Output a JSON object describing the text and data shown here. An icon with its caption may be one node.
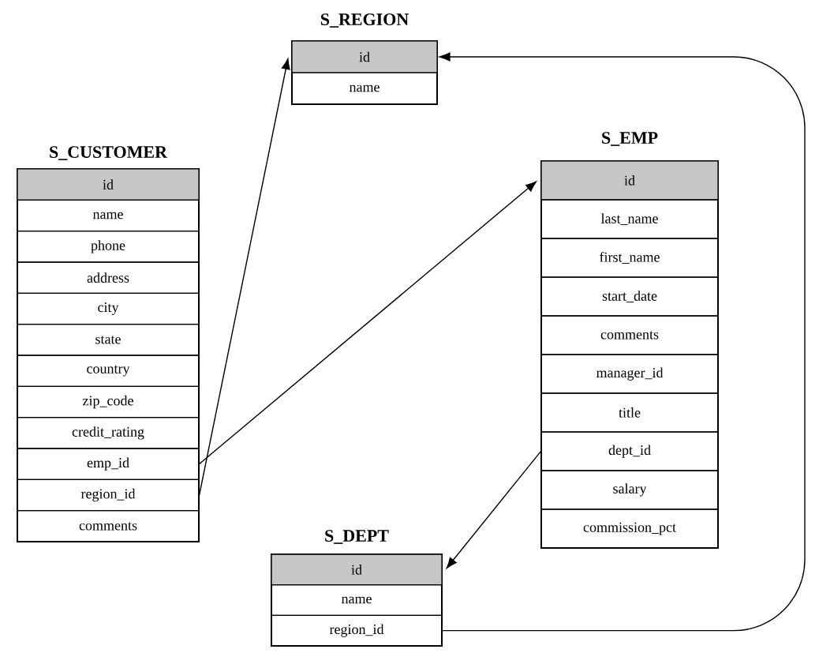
{
  "diagram": {
    "nodes": [
      {
        "text": [
          "S_REGION"
        ]
      },
      {
        "text": [
          "id"
        ],
        "in": 0
      },
      {
        "text": [
          "name"
        ],
        "in": 0
      },
      {
        "text": [
          "S_CUSTOMER"
        ]
      },
      {
        "text": [
          "id"
        ],
        "in": 3
      },
      {
        "text": [
          "name"
        ],
        "in": 3
      },
      {
        "text": [
          "phone"
        ],
        "in": 3
      },
      {
        "text": [
          "address"
        ],
        "in": 3
      },
      {
        "text": [
          "city"
        ],
        "in": 3
      },
      {
        "text": [
          "state"
        ],
        "in": 3
      },
      {
        "text": [
          "country"
        ],
        "in": 3
      },
      {
        "text": [
          "zip_code"
        ],
        "in": 3
      },
      {
        "text": [
          "credit_rating"
        ],
        "in": 3
      },
      {
        "text": [
          "emp_id"
        ],
        "in": 3
      },
      {
        "text": [
          "region_id"
        ],
        "in": 3
      },
      {
        "text": [
          "comments"
        ],
        "in": 3
      },
      {
        "text": [
          "S_EMP"
        ]
      },
      {
        "text": [
          "id"
        ],
        "in": 16
      },
      {
        "text": [
          "last_name"
        ],
        "in": 16
      },
      {
        "text": [
          "first_name"
        ],
        "in": 16
      },
      {
        "text": [
          "start_date"
        ],
        "in": 16
      },
      {
        "text": [
          "comments"
        ],
        "in": 16
      },
      {
        "text": [
          "manager_id"
        ],
        "in": 16
      },
      {
        "text": [
          "title"
        ],
        "in": 16
      },
      {
        "text": [
          "dept_id"
        ],
        "in": 16
      },
      {
        "text": [
          "salary"
        ],
        "in": 16
      },
      {
        "text": [
          "commission_pct"
        ],
        "in": 16
      },
      {
        "text": [
          "S_DEPT"
        ]
      },
      {
        "text": [
          "id"
        ],
        "in": 27
      },
      {
        "text": [
          "name"
        ],
        "in": 27
      },
      {
        "text": [
          "region_id"
        ],
        "in": 27
      }
    ],
    "edges": [
      {
        "from": 14,
        "to": 1,
        "arrow": "to"
      },
      {
        "from": 13,
        "to": 17,
        "arrow": "to"
      },
      {
        "from": 24,
        "to": 28,
        "arrow": "to"
      },
      {
        "from": 30,
        "to": 1,
        "arrow": "to"
      }
    ]
  }
}
